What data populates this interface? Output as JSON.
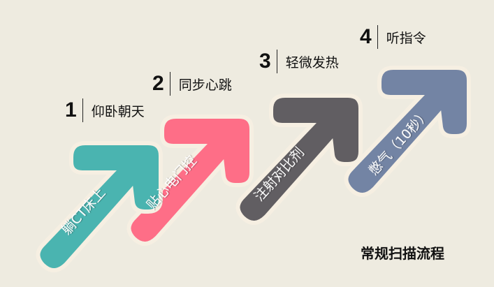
{
  "title": "常规扫描流程",
  "steps": [
    {
      "number": "1",
      "label": "仰卧朝天",
      "arrow_text": "躺CT床上",
      "color": "#4ab4b0"
    },
    {
      "number": "2",
      "label": "同步心跳",
      "arrow_text": "贴心电门控",
      "color": "#fe6e87"
    },
    {
      "number": "3",
      "label": "轻微发热",
      "arrow_text": "注射对比剂",
      "color": "#615e62"
    },
    {
      "number": "4",
      "label": "听指令",
      "arrow_text": "憋气（10秒）",
      "color": "#7384a4"
    }
  ]
}
